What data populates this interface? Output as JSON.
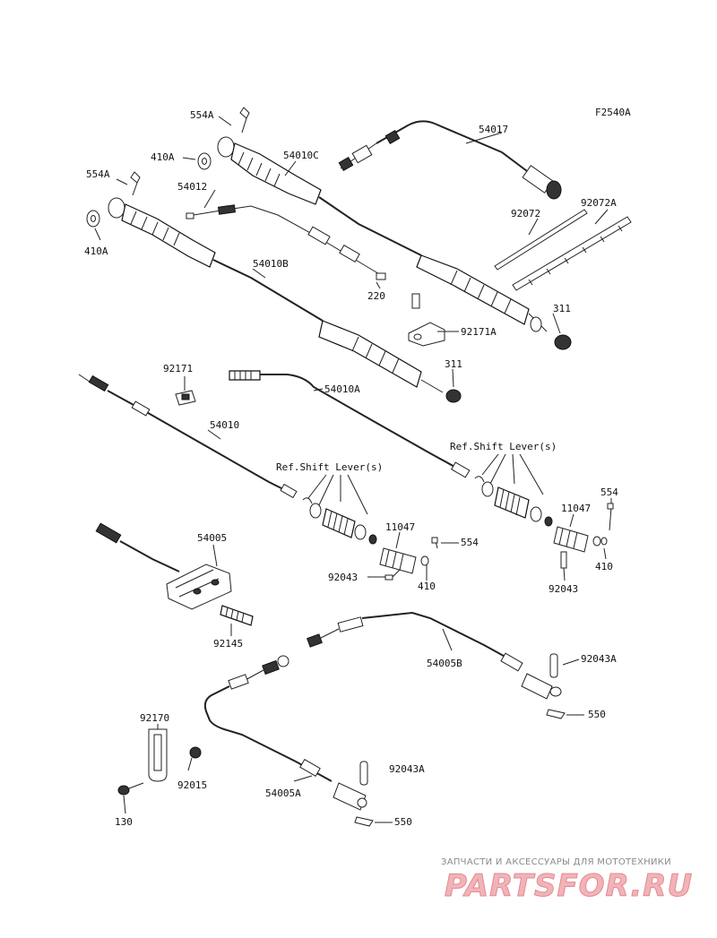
{
  "figure_code": "F2540A",
  "labels": {
    "l_54017": "54017",
    "l_554A_top": "554A",
    "l_410A_top": "410A",
    "l_54010C": "54010C",
    "l_92072": "92072",
    "l_92072A": "92072A",
    "l_554A_left": "554A",
    "l_54012": "54012",
    "l_410A_left": "410A",
    "l_54010B": "54010B",
    "l_220": "220",
    "l_311_top": "311",
    "l_92171A": "92171A",
    "l_92171": "92171",
    "l_311_mid": "311",
    "l_54010A": "54010A",
    "l_54010": "54010",
    "l_ref_left": "Ref.Shift Lever(s)",
    "l_ref_right": "Ref.Shift Lever(s)",
    "l_554_right": "554",
    "l_11047_right": "11047",
    "l_11047_mid": "11047",
    "l_54005": "54005",
    "l_554_mid": "554",
    "l_410_right": "410",
    "l_92043_mid": "92043",
    "l_410_mid": "410",
    "l_92043_right": "92043",
    "l_92145": "92145",
    "l_54005B": "54005B",
    "l_92043A_top": "92043A",
    "l_550_top": "550",
    "l_92170": "92170",
    "l_92015": "92015",
    "l_92043A_bottom": "92043A",
    "l_54005A": "54005A",
    "l_130": "130",
    "l_550_bottom": "550"
  },
  "watermark": {
    "tagline": "ЗАПЧАСТИ И АКСЕССУАРЫ ДЛЯ МОТОТЕХНИКИ",
    "brand": "PARTSFOR.RU"
  },
  "colors": {
    "ink": "#222222",
    "watermark_text": "#8a8a8a",
    "watermark_brand": "#f2b3b8"
  }
}
